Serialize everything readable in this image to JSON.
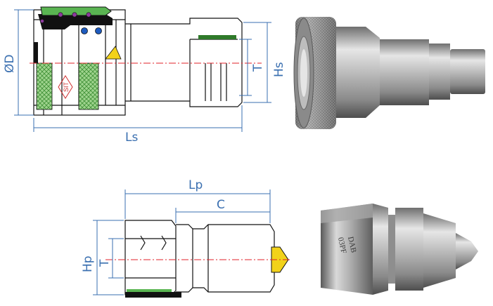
{
  "labels": {
    "socket_outer_diameter": "ØD",
    "socket_length": "Ls",
    "socket_height": "Hs",
    "socket_thread": "T",
    "plug_length": "Lp",
    "plug_body_length": "C",
    "plug_height": "Hp",
    "plug_thread": "T"
  },
  "plug_engraving": [
    "DAB",
    "03PF"
  ],
  "colors": {
    "dimension_line": "#3a6fb0",
    "centerline": "#e0202a",
    "seal_green": "#5ab552",
    "crosshatch_green": "#7cc26a",
    "valve_yellow": "#f2d21a",
    "oring_blue": "#1e5bbf",
    "ball_purple": "#8e3a9e",
    "body_black": "#111111",
    "metal_light": "#d8d8d8",
    "metal_dark": "#7a7a7a"
  },
  "icons": {
    "logo": "sit-logo-icon"
  }
}
